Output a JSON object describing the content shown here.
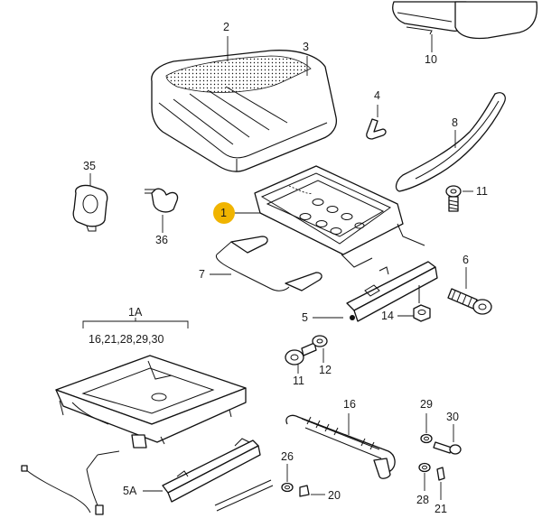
{
  "labels": {
    "p1": "1",
    "p1A": "1A",
    "p1A_sub": "16,21,28,29,30",
    "p2": "2",
    "p3": "3",
    "p4": "4",
    "p5": "5",
    "p5A": "5A",
    "p6": "6",
    "p7": "7",
    "p8": "8",
    "p10": "10",
    "p11a": "11",
    "p11b": "11",
    "p12": "12",
    "p14": "14",
    "p16": "16",
    "p20": "20",
    "p21": "21",
    "p26": "26",
    "p28": "28",
    "p29": "29",
    "p30": "30",
    "p35": "35",
    "p36": "36"
  },
  "colors": {
    "highlight": "#f0b400",
    "ink": "#111111"
  }
}
